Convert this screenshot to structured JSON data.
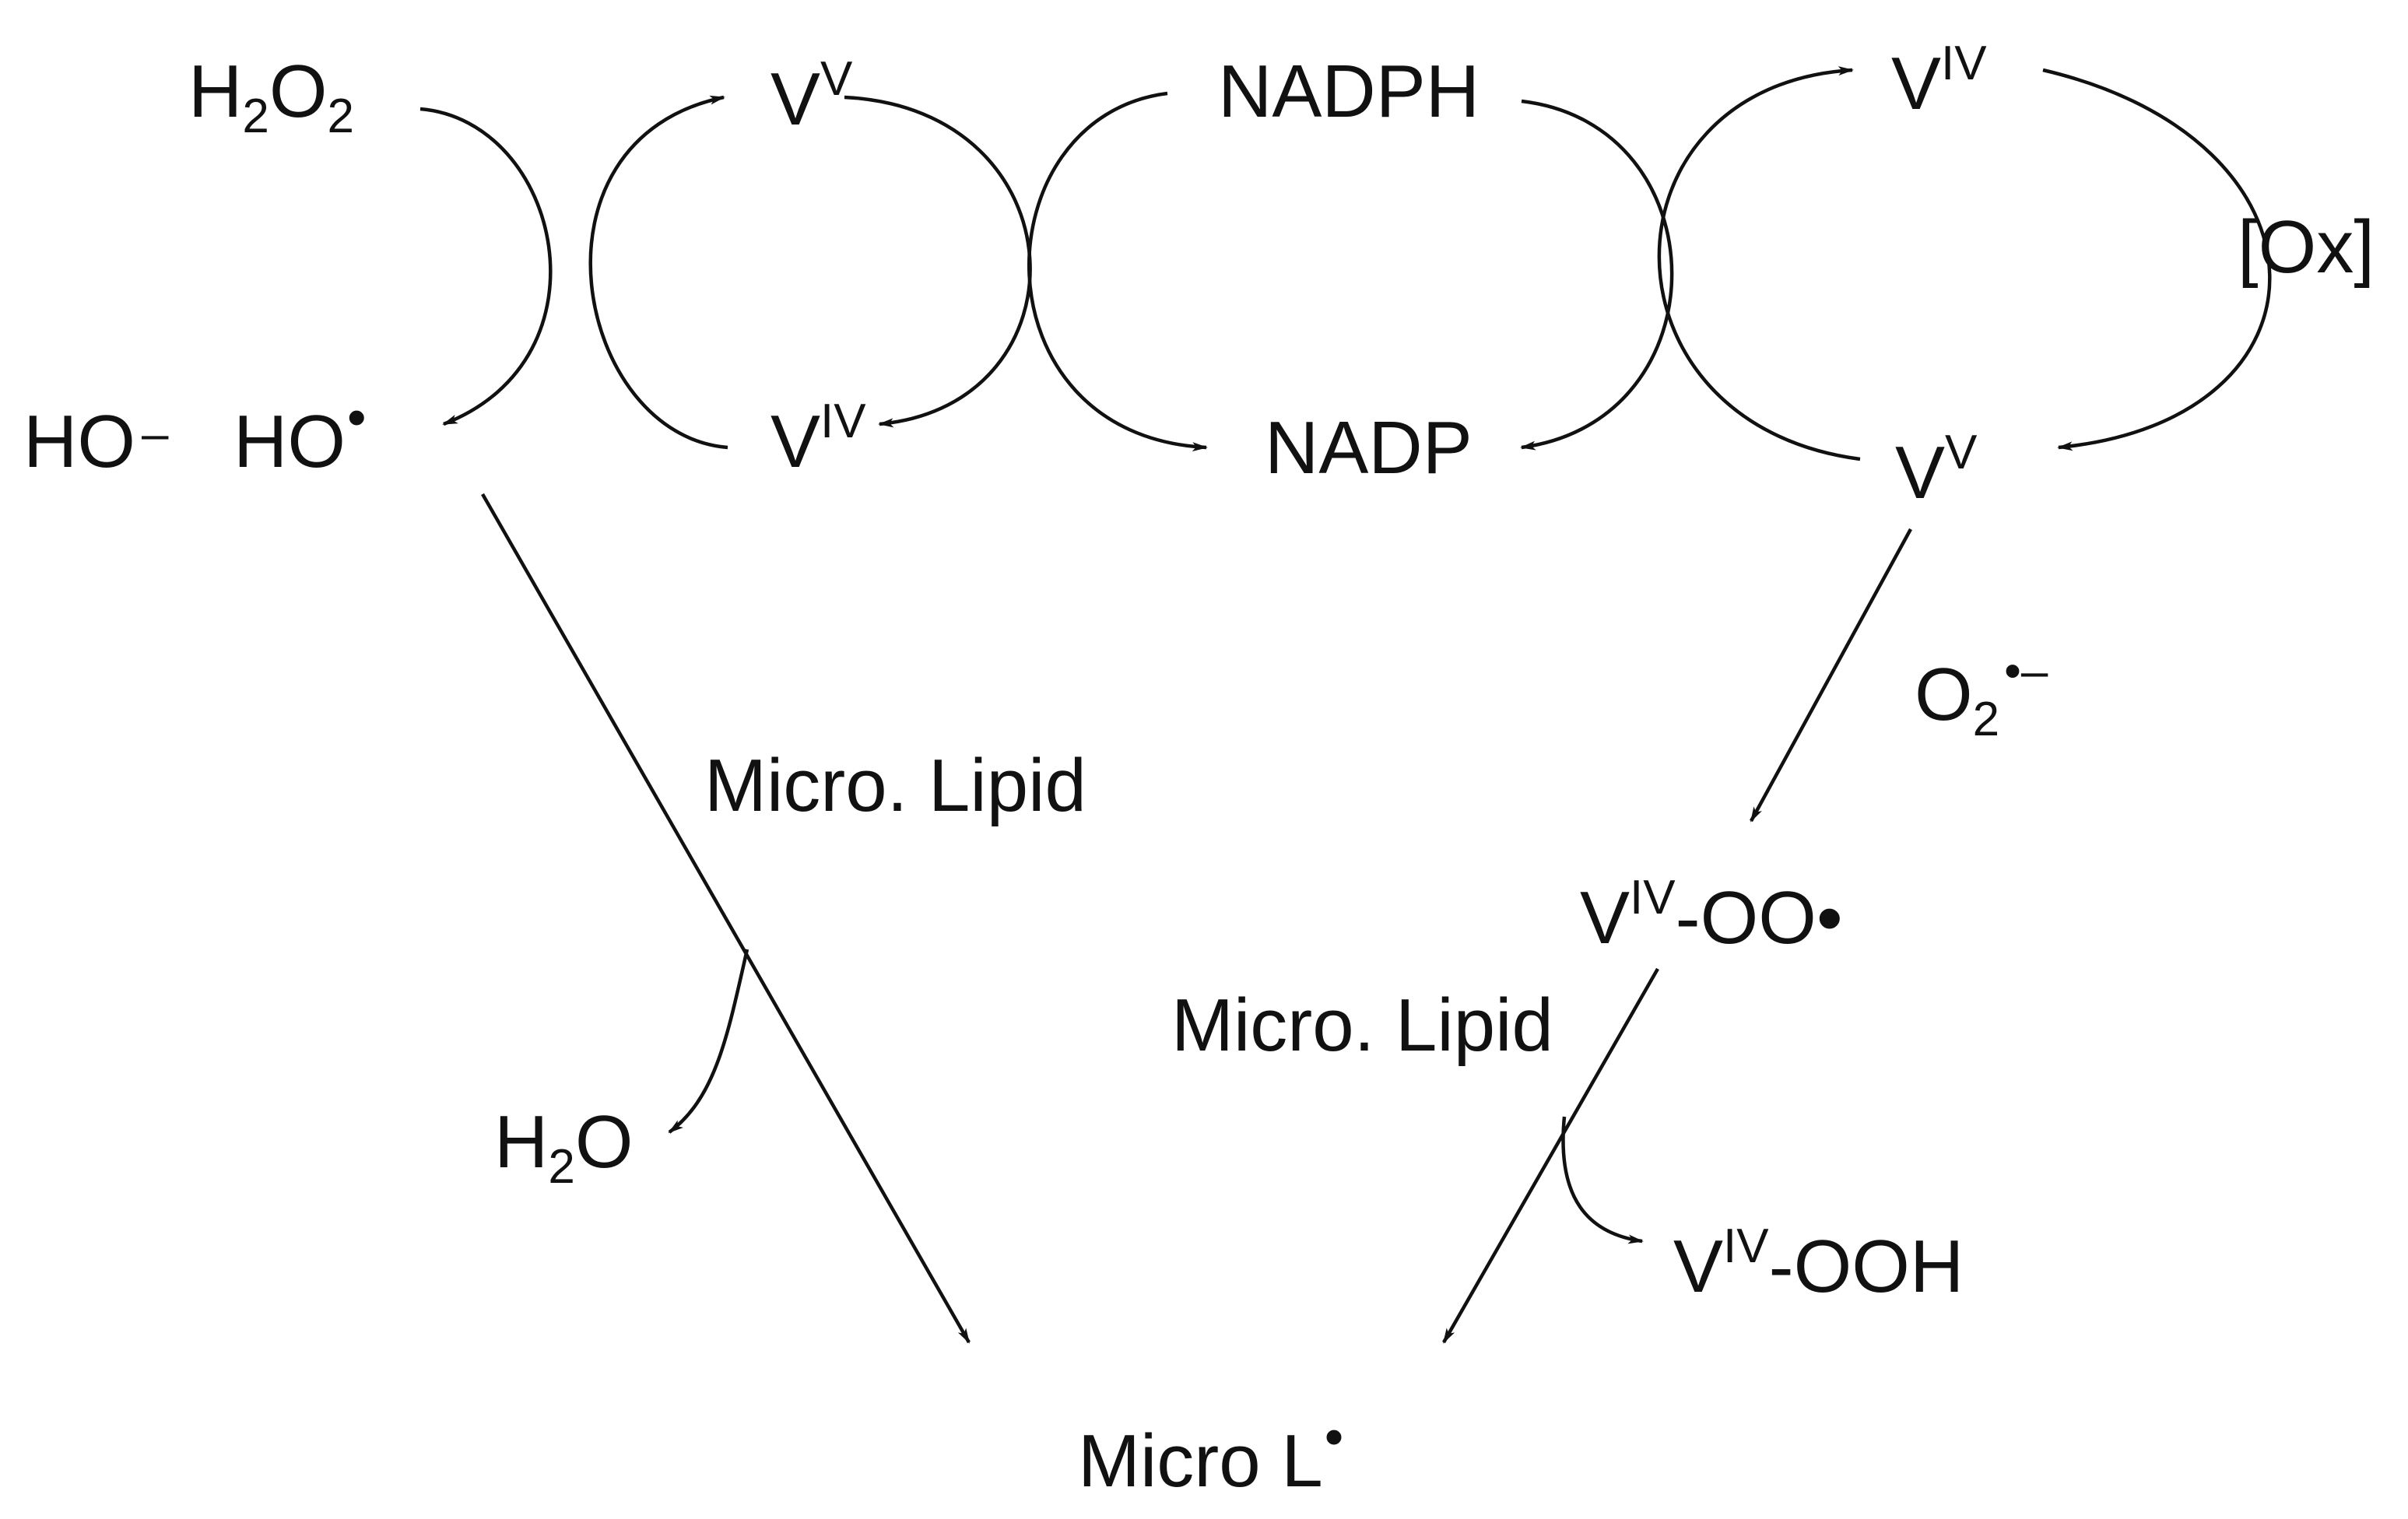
{
  "species": {
    "h2o2": {
      "main": "H",
      "sub": "2",
      "mid": "O",
      "sub2": "2"
    },
    "hydroxide": "HO",
    "hydroxide_charge": "–",
    "hydroxyl_radical": "HO",
    "radical_dot": "•",
    "v5_top": {
      "main": "V",
      "sup": "V"
    },
    "v4_bottom": {
      "main": "V",
      "sup": "IV"
    },
    "nadph": "NADPH",
    "nadp": "NADP",
    "v4_top_right": {
      "main": "V",
      "sup": "IV"
    },
    "ox": "[Ox]",
    "v5_right": {
      "main": "V",
      "sup": "V"
    },
    "superoxide": {
      "main": "O",
      "sub": "2",
      "sup": "•–"
    },
    "v4_peroxyl": {
      "main": "V",
      "sup": "IV",
      "tail": "-OO•"
    },
    "micro_lipid_left": "Micro. Lipid",
    "micro_lipid_right": "Micro. Lipid",
    "water": {
      "main": "H",
      "sub": "2",
      "tail": "O"
    },
    "v4_hydroperoxide": {
      "main": "V",
      "sup": "IV",
      "tail": "-OOH"
    },
    "micro_l_radical": {
      "main": "Micro L",
      "dot": "•"
    }
  }
}
